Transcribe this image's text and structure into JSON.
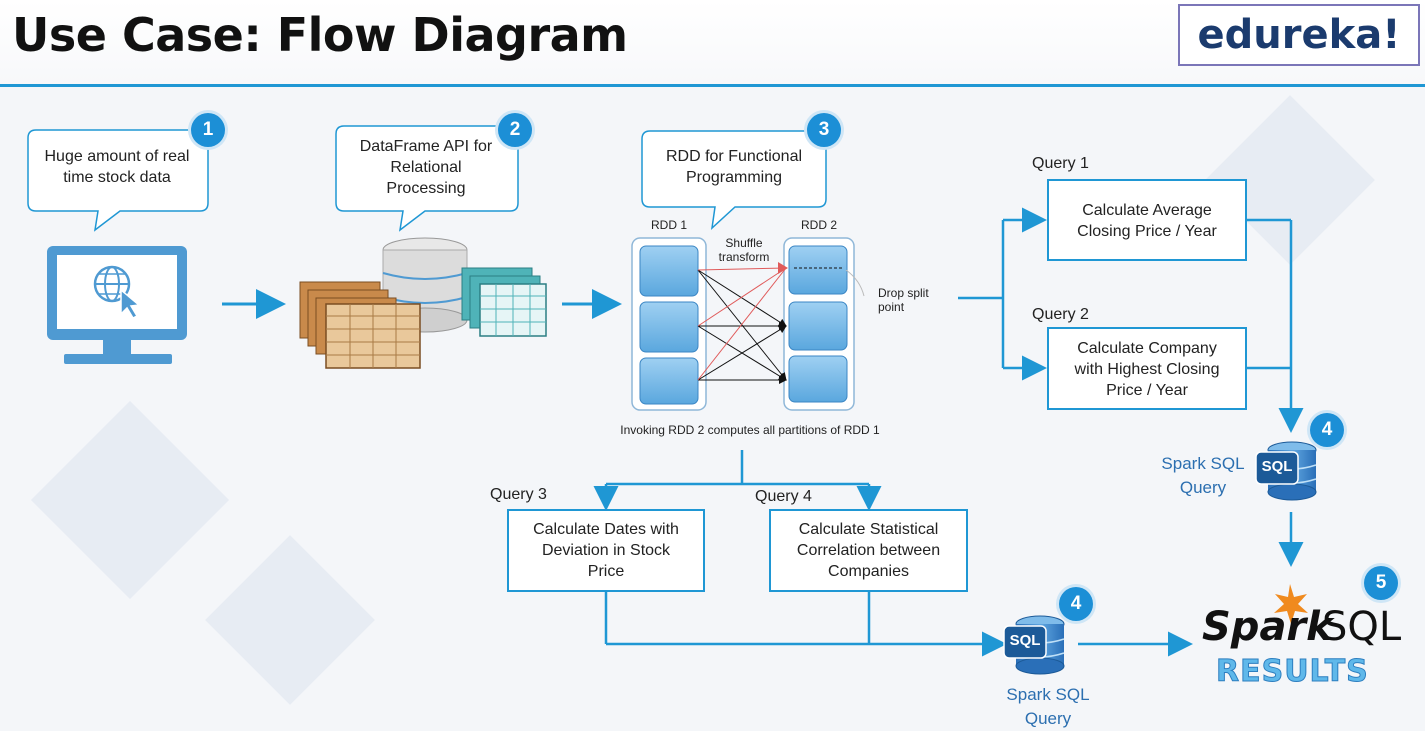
{
  "title": "Use Case: Flow Diagram",
  "logo": "edureka!",
  "steps": {
    "s1": "1",
    "s2": "2",
    "s3": "3",
    "s4a": "4",
    "s4b": "4",
    "s5": "5"
  },
  "bubbles": {
    "b1": [
      "Huge amount of real",
      "time stock data"
    ],
    "b2": [
      "DataFrame API for",
      "Relational",
      "Processing"
    ],
    "b3": [
      "RDD for Functional",
      "Programming"
    ]
  },
  "rdd": {
    "rdd1": "RDD 1",
    "rdd2": "RDD 2",
    "shuffle": [
      "Shuffle",
      "transform"
    ],
    "drop": [
      "Drop split",
      "point"
    ],
    "caption": "Invoking RDD 2 computes all partitions of RDD 1"
  },
  "queries": {
    "q1_label": "Query 1",
    "q1_text": [
      "Calculate Average",
      "Closing Price / Year"
    ],
    "q2_label": "Query 2",
    "q2_text": [
      "Calculate Company",
      "with Highest Closing",
      "Price / Year"
    ],
    "q3_label": "Query 3",
    "q3_text": [
      "Calculate Dates with",
      "Deviation in Stock",
      "Price"
    ],
    "q4_label": "Query 4",
    "q4_text": [
      "Calculate Statistical",
      "Correlation between",
      "Companies"
    ]
  },
  "sql": {
    "icon_text": "SQL",
    "query_label_right": [
      "Spark SQL",
      "Query"
    ],
    "query_label_bottom": [
      "Spark SQL",
      "Query"
    ]
  },
  "results": {
    "spark": "Spark",
    "sql": "SQL",
    "results": "RESULTS"
  },
  "colors": {
    "accent": "#1f97d4",
    "box_border": "#1f97d4",
    "badge": "#1c8fd6"
  }
}
